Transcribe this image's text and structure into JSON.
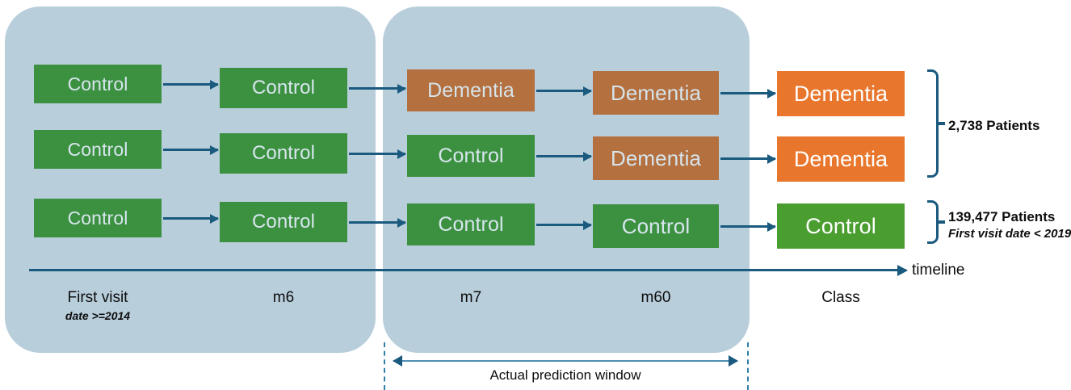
{
  "figure": {
    "type": "flow-diagram",
    "title": "",
    "panels": [
      {
        "id": "observation-window",
        "label": ""
      },
      {
        "id": "prediction-window",
        "label": ""
      }
    ],
    "timeline": {
      "axis_label": "timeline",
      "stages": [
        {
          "key": "first_visit",
          "label": "First visit",
          "sublabel": "date >=2014"
        },
        {
          "key": "m6",
          "label": "m6",
          "sublabel": ""
        },
        {
          "key": "m7",
          "label": "m7",
          "sublabel": ""
        },
        {
          "key": "m60",
          "label": "m60",
          "sublabel": ""
        },
        {
          "key": "class",
          "label": "Class",
          "sublabel": ""
        }
      ]
    },
    "rows": [
      {
        "id": "row-converter-early",
        "nodes": [
          {
            "label": "Control",
            "state": "control"
          },
          {
            "label": "Control",
            "state": "control"
          },
          {
            "label": "Dementia",
            "state": "dementia-mid"
          },
          {
            "label": "Dementia",
            "state": "dementia-mid"
          },
          {
            "label": "Dementia",
            "state": "dementia-class"
          }
        ]
      },
      {
        "id": "row-converter-late",
        "nodes": [
          {
            "label": "Control",
            "state": "control"
          },
          {
            "label": "Control",
            "state": "control"
          },
          {
            "label": "Control",
            "state": "control"
          },
          {
            "label": "Dementia",
            "state": "dementia-mid"
          },
          {
            "label": "Dementia",
            "state": "dementia-class"
          }
        ]
      },
      {
        "id": "row-non-converter",
        "nodes": [
          {
            "label": "Control",
            "state": "control"
          },
          {
            "label": "Control",
            "state": "control"
          },
          {
            "label": "Control",
            "state": "control"
          },
          {
            "label": "Control",
            "state": "control"
          },
          {
            "label": "Control",
            "state": "control-class"
          }
        ]
      }
    ],
    "groups": [
      {
        "id": "dementia-group",
        "count_label": "2,738 Patients",
        "sublabel": ""
      },
      {
        "id": "control-group",
        "count_label": "139,477 Patients",
        "sublabel": "First visit date < 2019"
      }
    ],
    "prediction_window": {
      "label": "Actual prediction window"
    },
    "colors": {
      "panel_background": "#b8cedb",
      "control": "#3c9140",
      "control_class": "#4a9e2f",
      "dementia_mid": "#b4703e",
      "dementia_class": "#e8762c",
      "arrow": "#1a5a7f",
      "dashed_guide": "#2f7fa8",
      "text_dark": "#0d0d0d"
    }
  }
}
